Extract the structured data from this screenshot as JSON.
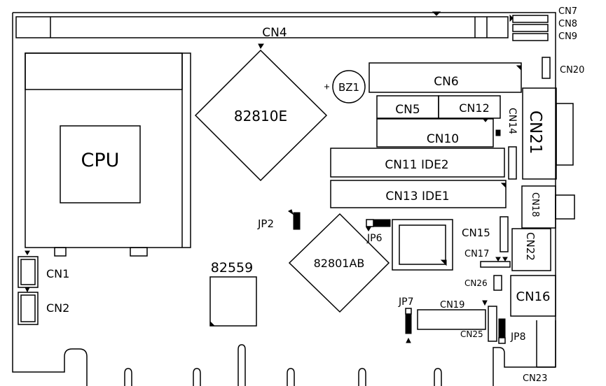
{
  "labels": {
    "cn1": "CN1",
    "cn2": "CN2",
    "cn4": "CN4",
    "cn5": "CN5",
    "cn6": "CN6",
    "cn7": "CN7",
    "cn8": "CN8",
    "cn9": "CN9",
    "cn10": "CN10",
    "cn11": "CN11 IDE2",
    "cn12": "CN12",
    "cn13": "CN13 IDE1",
    "cn14": "CN14",
    "cn15": "CN15",
    "cn16": "CN16",
    "cn17": "CN17",
    "cn18": "CN18",
    "cn19": "CN19",
    "cn20": "CN20",
    "cn21": "CN21",
    "cn22": "CN22",
    "cn23": "CN23",
    "cn25": "CN25",
    "cn26": "CN26",
    "cpu": "CPU",
    "bz1": "BZ1",
    "chip_82810e": "82810E",
    "chip_82801ab": "82801AB",
    "chip_82559": "82559",
    "jp2": "JP2",
    "jp6": "JP6",
    "jp7": "JP7",
    "jp8": "JP8"
  }
}
